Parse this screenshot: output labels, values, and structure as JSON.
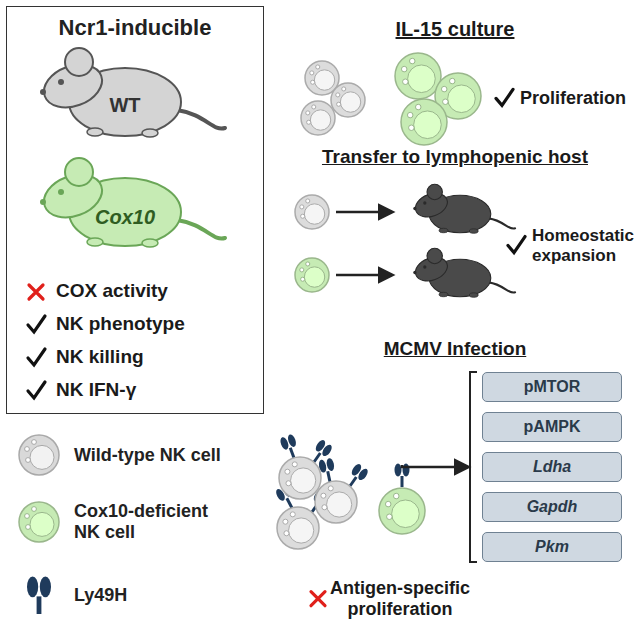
{
  "diagram": {
    "nodes": [
      {
        "text": [
          "Ncr1-inducible"
        ]
      },
      {
        "text": [
          "pMTOR"
        ]
      },
      {
        "text": [
          "pAMPK"
        ]
      },
      {
        "text": [
          "Ldha"
        ]
      },
      {
        "text": [
          "Gapdh"
        ]
      },
      {
        "text": [
          "Pkm"
        ]
      }
    ],
    "labels": [
      "WT",
      "Cox10",
      "COX activity",
      "NK phenotype",
      "NK killing",
      "NK IFN-γ",
      "IL-15 culture",
      "Proliferation",
      "Transfer to lymphopenic host",
      "Homeostatic expansion",
      "MCMV Infection",
      "Antigen-specific proliferation"
    ],
    "legend": [
      {
        "text": "Wild-type NK cell",
        "color": "#d9d9d9"
      },
      {
        "text": "Cox10-deficient NK cell",
        "color": "#c6ebb4"
      },
      {
        "text": "Ly49H"
      }
    ]
  }
}
